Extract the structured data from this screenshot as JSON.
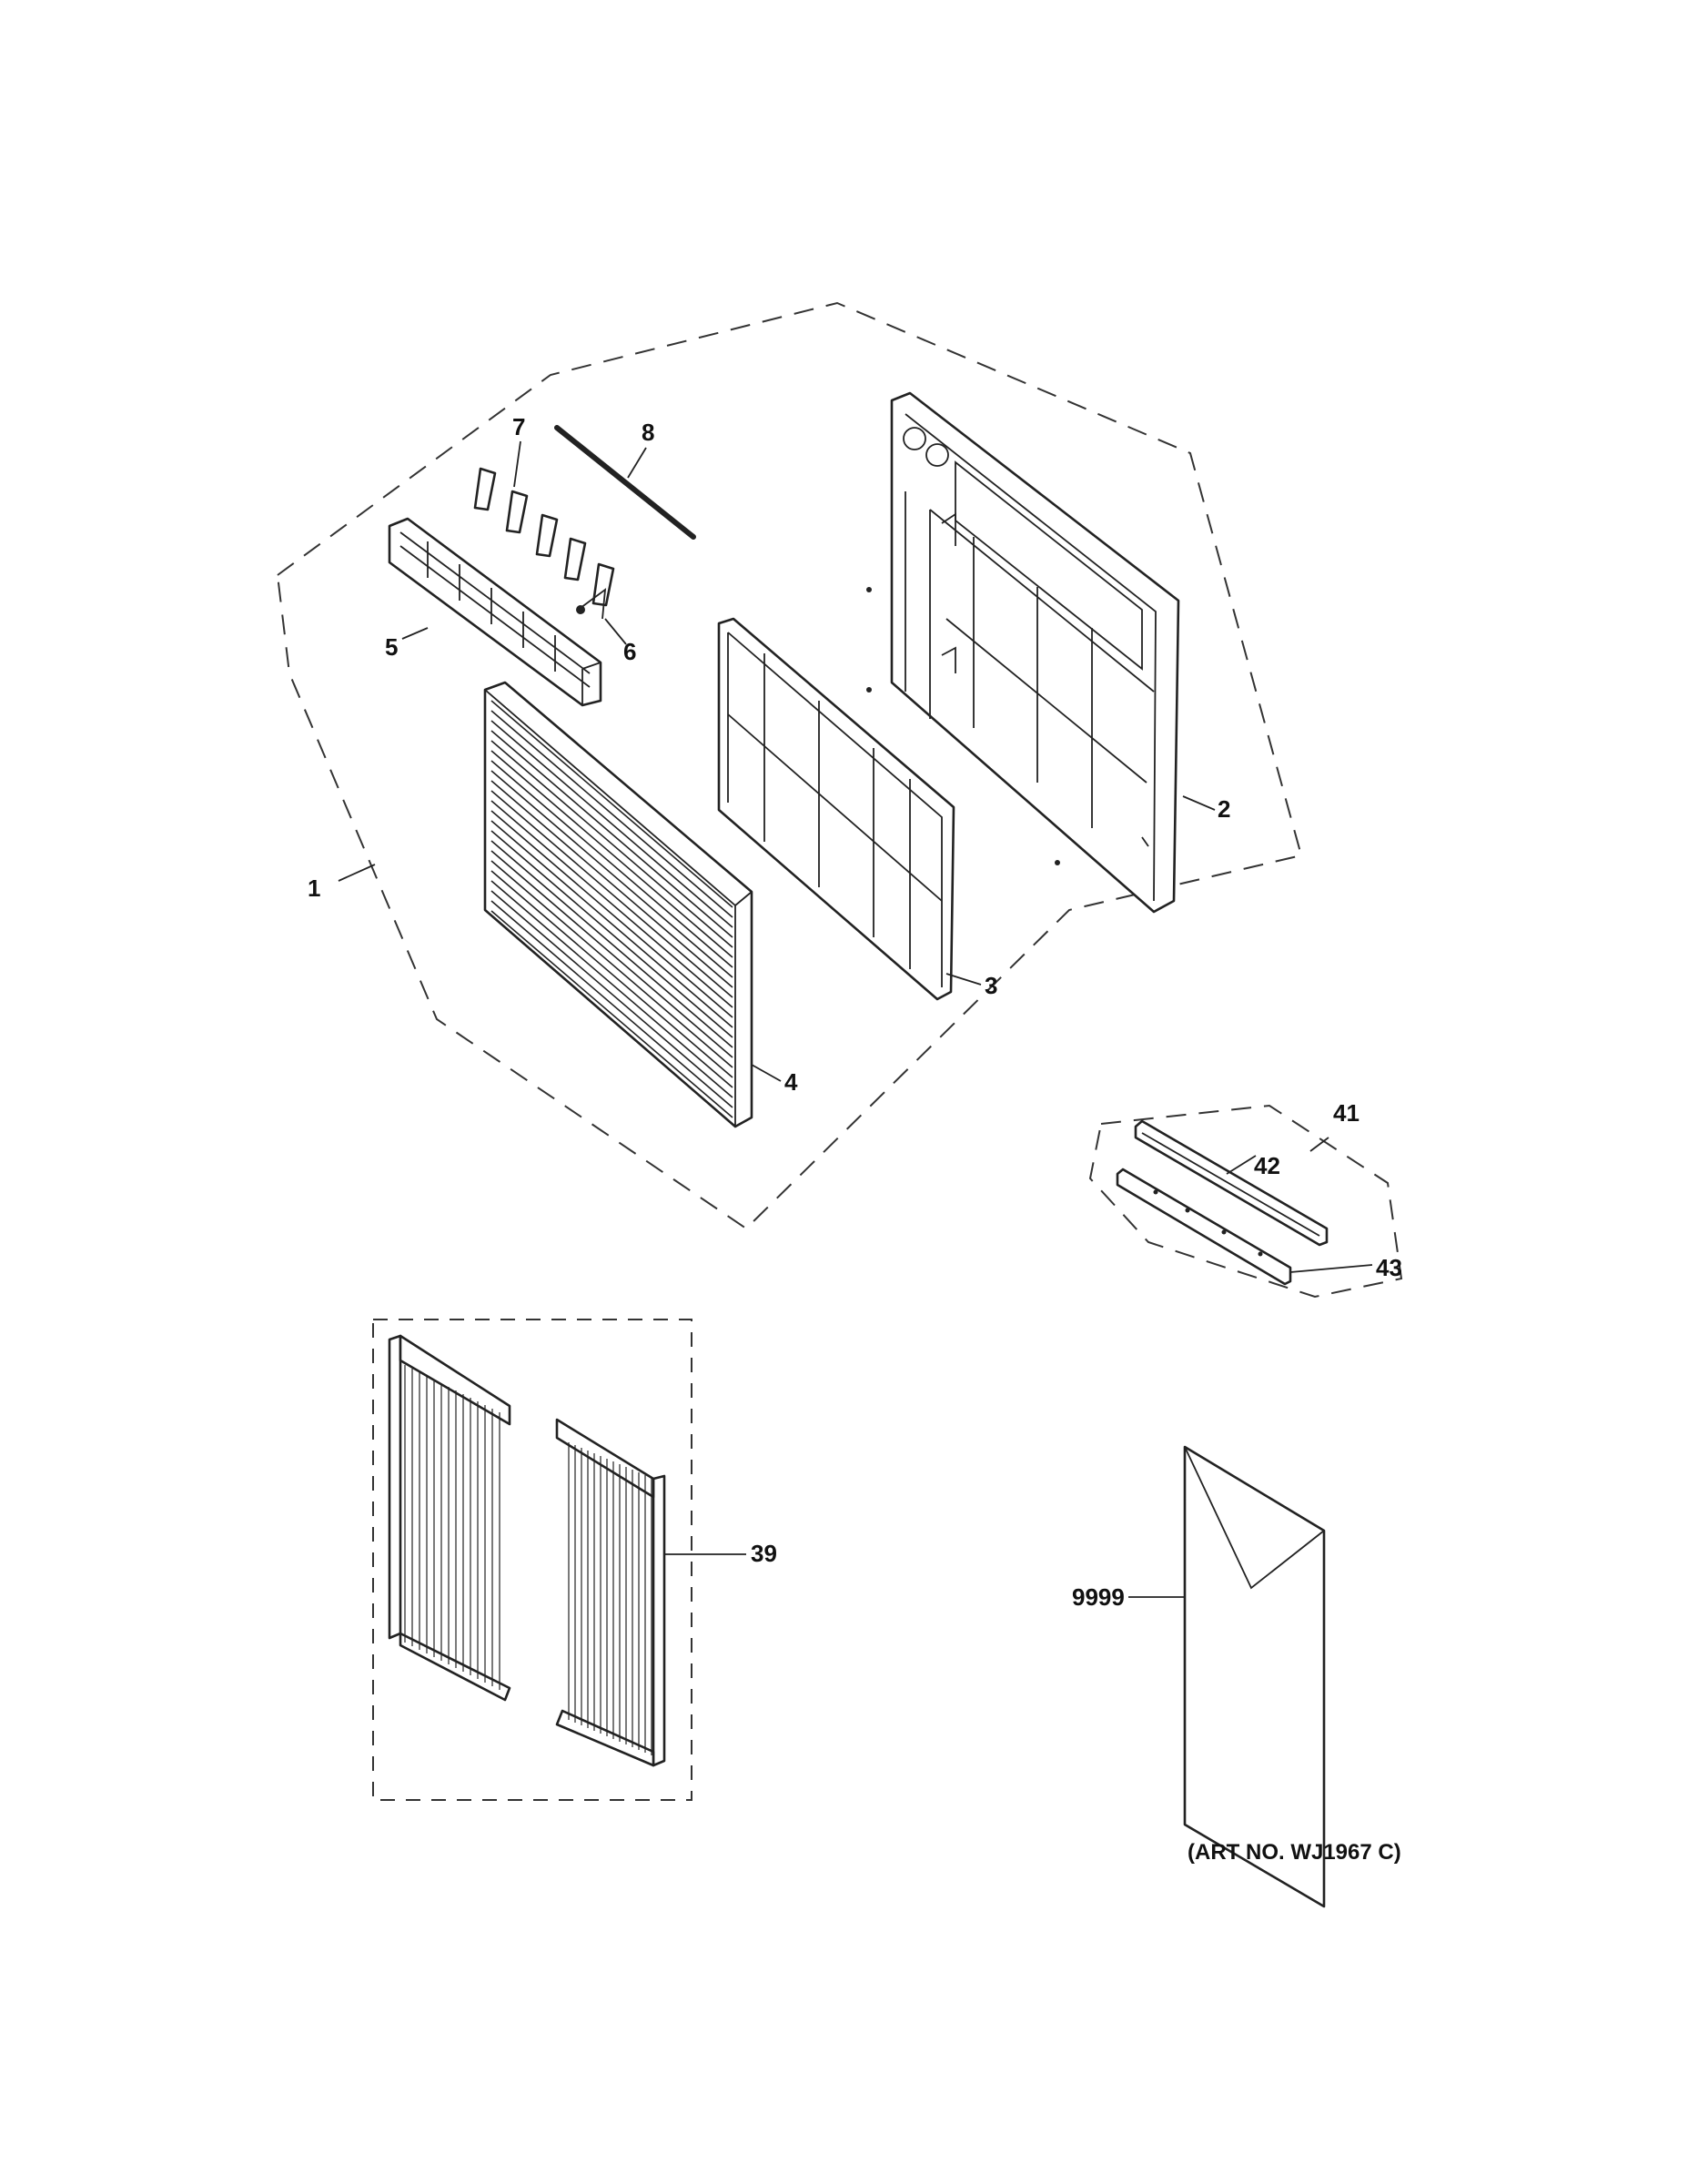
{
  "diagram": {
    "part_labels": {
      "p1": "1",
      "p2": "2",
      "p3": "3",
      "p4": "4",
      "p5": "5",
      "p6": "6",
      "p7": "7",
      "p8": "8",
      "p39": "39",
      "p41": "41",
      "p42": "42",
      "p43": "43",
      "p9999": "9999"
    },
    "art_number": "(ART NO. WJ1967 C)"
  }
}
